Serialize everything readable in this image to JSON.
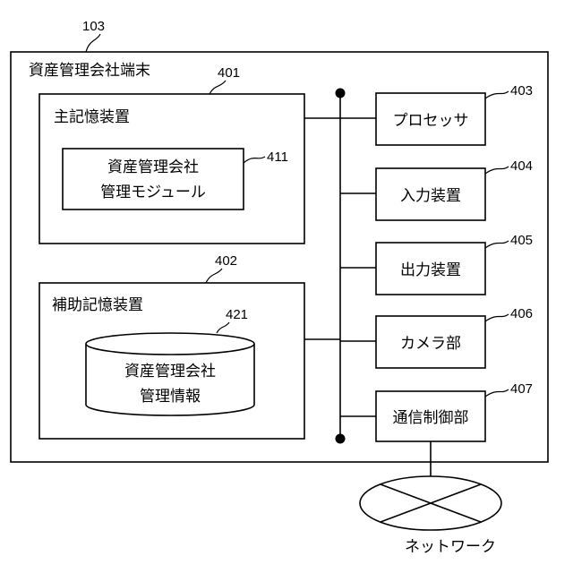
{
  "terminal": {
    "ref": "103",
    "label": "資産管理会社端末"
  },
  "main_memory": {
    "ref": "401",
    "label": "主記憶装置",
    "module": {
      "ref": "411",
      "line1": "資産管理会社",
      "line2": "管理モジュール"
    }
  },
  "aux_memory": {
    "ref": "402",
    "label": "補助記憶装置",
    "database": {
      "ref": "421",
      "line1": "資産管理会社",
      "line2": "管理情報"
    }
  },
  "devices": [
    {
      "ref": "403",
      "label": "プロセッサ"
    },
    {
      "ref": "404",
      "label": "入力装置"
    },
    {
      "ref": "405",
      "label": "出力装置"
    },
    {
      "ref": "406",
      "label": "カメラ部"
    },
    {
      "ref": "407",
      "label": "通信制御部"
    }
  ],
  "network": {
    "label": "ネットワーク"
  }
}
